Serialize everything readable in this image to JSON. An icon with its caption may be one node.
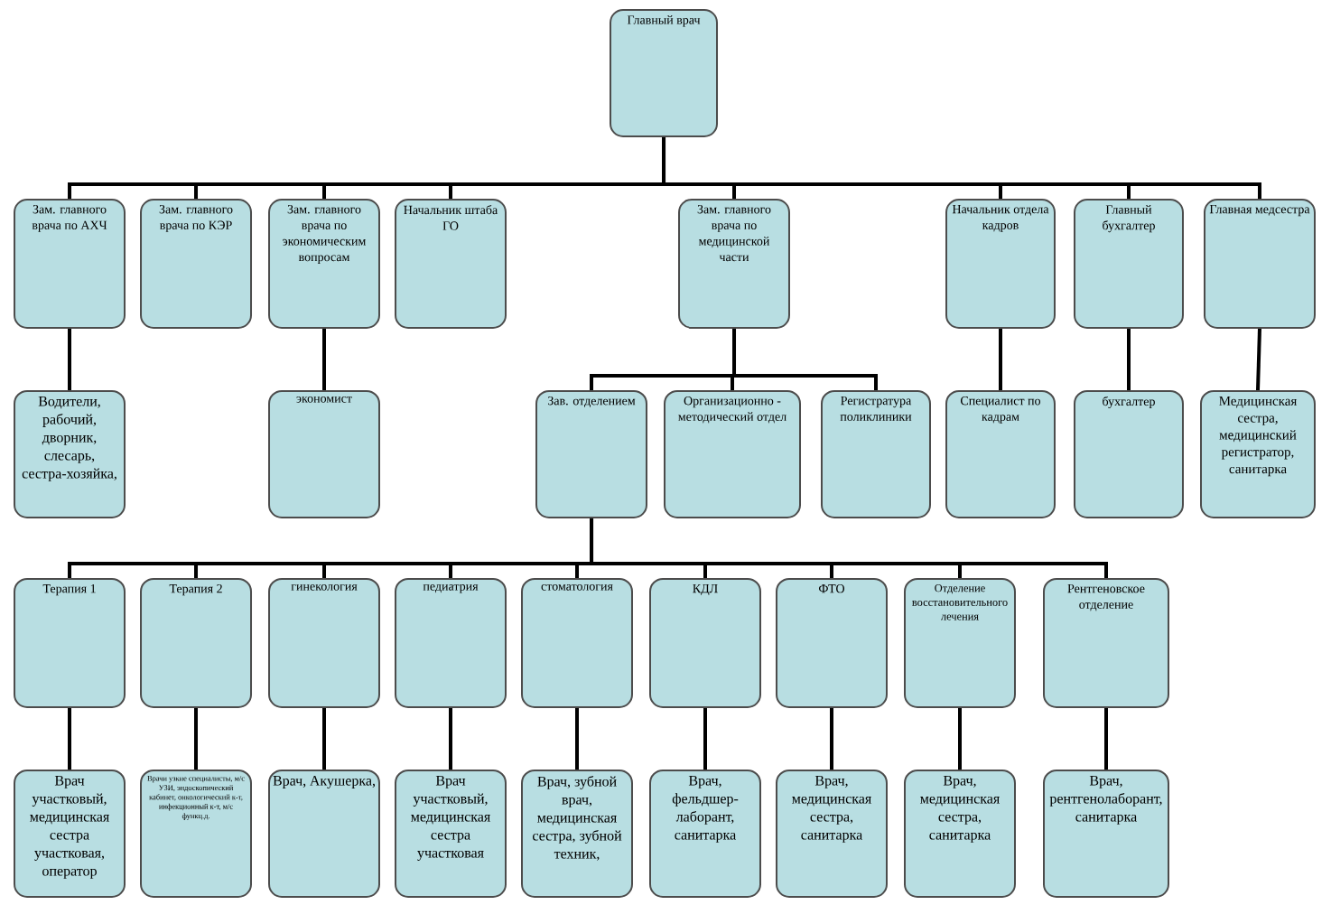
{
  "diagram": {
    "nodes": [
      {
        "text": [
          "Главный врач"
        ]
      },
      {
        "text": [
          "Зам. главного врача по АХЧ"
        ]
      },
      {
        "text": [
          "Зам. главного врача по КЭР"
        ]
      },
      {
        "text": [
          "Зам. главного врача по экономическим вопросам"
        ]
      },
      {
        "text": [
          "Начальник штаба ГО"
        ]
      },
      {
        "text": [
          "Зам. главного врача по медицинской части"
        ]
      },
      {
        "text": [
          "Начальник отдела кадров"
        ]
      },
      {
        "text": [
          "Главный бухгалтер"
        ]
      },
      {
        "text": [
          "Главная медсестра"
        ]
      },
      {
        "text": [
          "Водители, рабочий, дворник, слесарь, сестра-хозяйка,"
        ]
      },
      {
        "text": [
          "экономист"
        ]
      },
      {
        "text": [
          "Зав. отделением"
        ]
      },
      {
        "text": [
          "Организационно - методический отдел"
        ]
      },
      {
        "text": [
          "Регистратура поликлиники"
        ]
      },
      {
        "text": [
          "Специалист по кадрам"
        ]
      },
      {
        "text": [
          "бухгалтер"
        ]
      },
      {
        "text": [
          "Медицинская сестра, медицинский регистратор, санитарка"
        ]
      },
      {
        "text": [
          "Терапия 1"
        ]
      },
      {
        "text": [
          "Терапия 2"
        ]
      },
      {
        "text": [
          "гинекология"
        ]
      },
      {
        "text": [
          "педиатрия"
        ]
      },
      {
        "text": [
          "стоматология"
        ]
      },
      {
        "text": [
          "КДЛ"
        ]
      },
      {
        "text": [
          "ФТО"
        ]
      },
      {
        "text": [
          "Отделение восстановительного лечения"
        ]
      },
      {
        "text": [
          "Рентгеновское отделение"
        ]
      },
      {
        "text": [
          "Врач участковый, медицинская сестра участковая, оператор"
        ]
      },
      {
        "text": [
          "Врачи узкие специалисты, м/с УЗИ, эндоскопический кабинет, онкологический к-т, инфекционный к-т, м/с функц.д."
        ]
      },
      {
        "text": [
          "Врач, Акушерка,"
        ]
      },
      {
        "text": [
          "Врач участковый, медицинская сестра участковая"
        ]
      },
      {
        "text": [
          "Врач, зубной врач, медицинская сестра, зубной техник,"
        ]
      },
      {
        "text": [
          "Врач, фельдшер-лаборант, санитарка"
        ]
      },
      {
        "text": [
          "Врач, медицинская сестра, санитарка"
        ]
      },
      {
        "text": [
          "Врач, медицинская сестра, санитарка"
        ]
      },
      {
        "text": [
          "Врач, рентгенолаборант, санитарка"
        ]
      }
    ],
    "edges": [
      {
        "from": 0,
        "to": 1,
        "arrow": "none"
      },
      {
        "from": 0,
        "to": 2,
        "arrow": "none"
      },
      {
        "from": 0,
        "to": 3,
        "arrow": "none"
      },
      {
        "from": 0,
        "to": 4,
        "arrow": "none"
      },
      {
        "from": 0,
        "to": 5,
        "arrow": "none"
      },
      {
        "from": 0,
        "to": 6,
        "arrow": "none"
      },
      {
        "from": 0,
        "to": 7,
        "arrow": "none"
      },
      {
        "from": 0,
        "to": 8,
        "arrow": "none"
      },
      {
        "from": 1,
        "to": 9,
        "arrow": "none"
      },
      {
        "from": 3,
        "to": 10,
        "arrow": "none"
      },
      {
        "from": 5,
        "to": 11,
        "arrow": "none"
      },
      {
        "from": 5,
        "to": 12,
        "arrow": "none"
      },
      {
        "from": 5,
        "to": 13,
        "arrow": "none"
      },
      {
        "from": 6,
        "to": 14,
        "arrow": "none"
      },
      {
        "from": 7,
        "to": 15,
        "arrow": "none"
      },
      {
        "from": 8,
        "to": 16,
        "arrow": "none"
      },
      {
        "from": 11,
        "to": 17,
        "arrow": "none"
      },
      {
        "from": 11,
        "to": 18,
        "arrow": "none"
      },
      {
        "from": 11,
        "to": 19,
        "arrow": "none"
      },
      {
        "from": 11,
        "to": 20,
        "arrow": "none"
      },
      {
        "from": 11,
        "to": 21,
        "arrow": "none"
      },
      {
        "from": 11,
        "to": 22,
        "arrow": "none"
      },
      {
        "from": 11,
        "to": 23,
        "arrow": "none"
      },
      {
        "from": 11,
        "to": 24,
        "arrow": "none"
      },
      {
        "from": 11,
        "to": 25,
        "arrow": "none"
      },
      {
        "from": 17,
        "to": 26,
        "arrow": "none"
      },
      {
        "from": 18,
        "to": 27,
        "arrow": "none"
      },
      {
        "from": 19,
        "to": 28,
        "arrow": "none"
      },
      {
        "from": 20,
        "to": 29,
        "arrow": "none"
      },
      {
        "from": 21,
        "to": 30,
        "arrow": "none"
      },
      {
        "from": 22,
        "to": 31,
        "arrow": "none"
      },
      {
        "from": 23,
        "to": 32,
        "arrow": "none"
      },
      {
        "from": 24,
        "to": 33,
        "arrow": "none"
      },
      {
        "from": 25,
        "to": 34,
        "arrow": "none"
      }
    ]
  }
}
